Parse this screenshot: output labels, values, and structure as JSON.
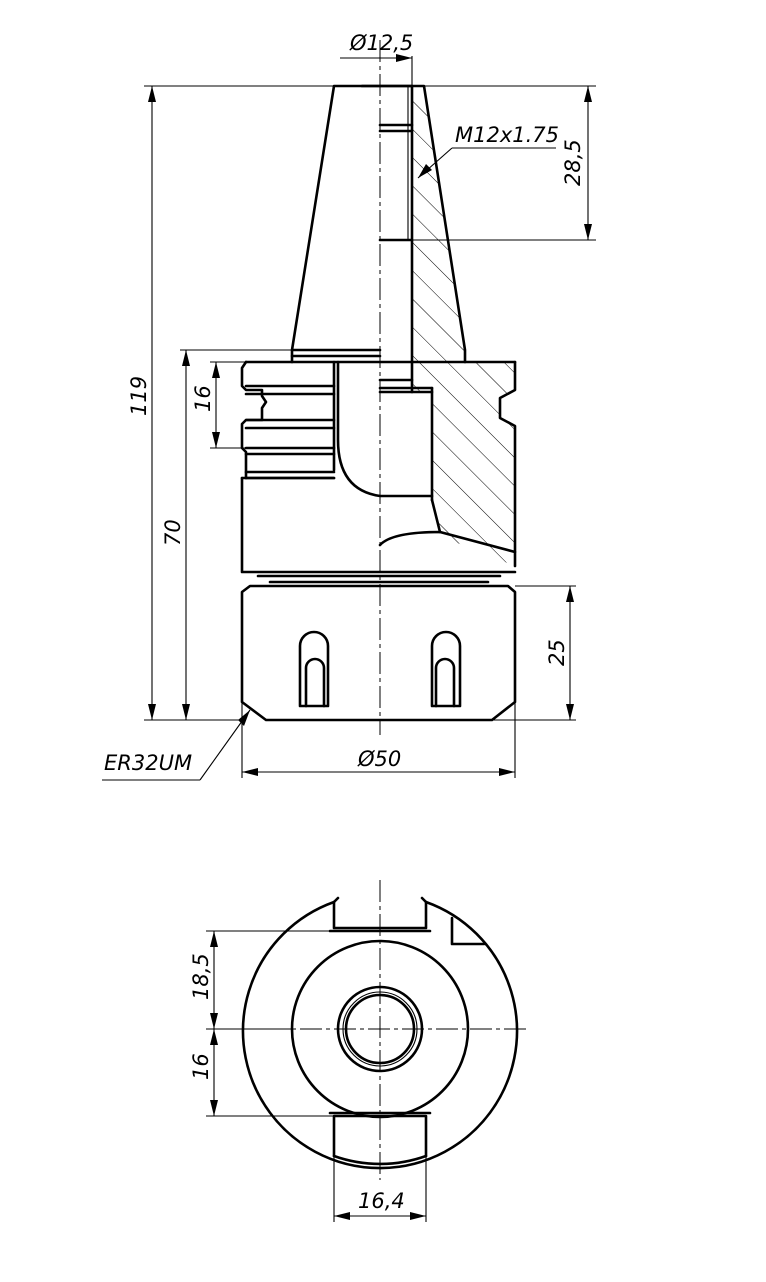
{
  "dimensions": {
    "thread_diameter": "Ø12,5",
    "thread_spec": "M12x1.75",
    "thread_depth": "28,5",
    "total_length": "119",
    "groove_width": "16",
    "body_length": "70",
    "nut_height": "25",
    "nut_type": "ER32UM",
    "outer_diameter": "Ø50",
    "flat_offset_top": "18,5",
    "flat_offset_bottom": "16",
    "slot_width": "16,4"
  }
}
